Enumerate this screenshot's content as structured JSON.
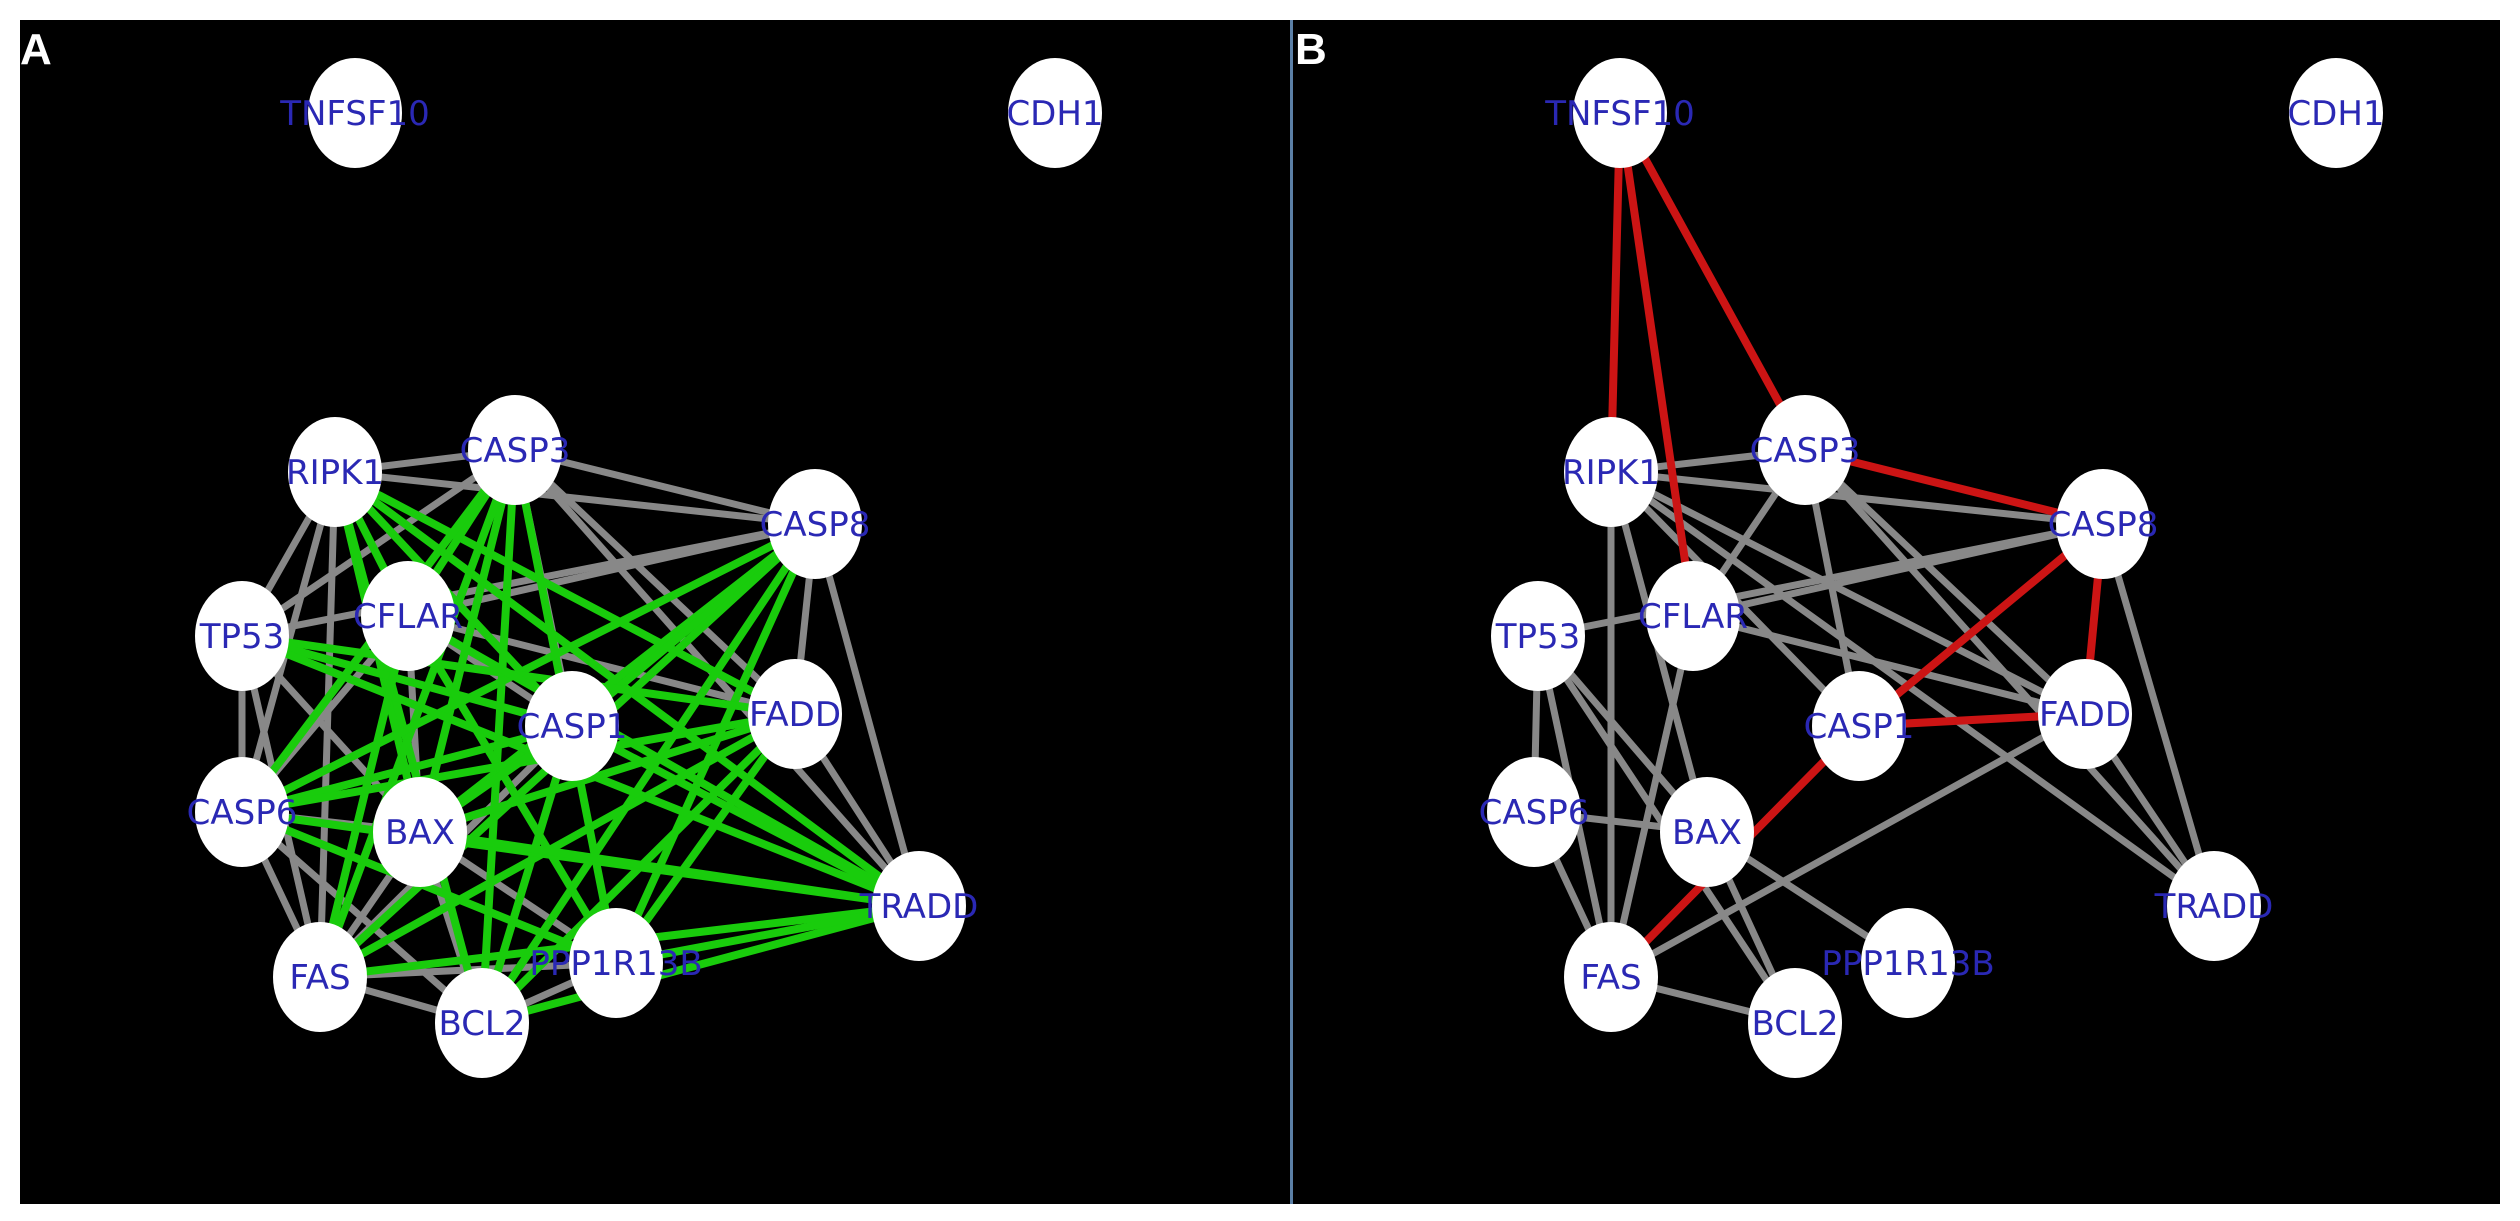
{
  "panels": [
    {
      "id": "A",
      "letter": "A",
      "nodes": [
        "TNFSF10",
        "CDH1",
        "RIPK1",
        "CASP3",
        "CASP8",
        "TP53",
        "CFLAR",
        "CASP1",
        "FADD",
        "CASP6",
        "BAX",
        "TRADD",
        "FAS",
        "PPP1R13B",
        "BCL2"
      ],
      "edge_colors": {
        "gray": "#888888",
        "highlight": "#19cc0c"
      },
      "gray_edges": [
        [
          "RIPK1",
          "CASP3"
        ],
        [
          "RIPK1",
          "CASP8"
        ],
        [
          "CASP3",
          "CASP8"
        ],
        [
          "CASP3",
          "CASP1"
        ],
        [
          "CASP3",
          "FADD"
        ],
        [
          "CASP3",
          "TRADD"
        ],
        [
          "CASP8",
          "CFLAR"
        ],
        [
          "CASP8",
          "TP53"
        ],
        [
          "CASP8",
          "FADD"
        ],
        [
          "CASP8",
          "TRADD"
        ],
        [
          "FADD",
          "TRADD"
        ],
        [
          "CFLAR",
          "FADD"
        ],
        [
          "TP53",
          "CASP6"
        ],
        [
          "TP53",
          "BAX"
        ],
        [
          "TP53",
          "FAS"
        ],
        [
          "CASP6",
          "FAS"
        ],
        [
          "CASP6",
          "BAX"
        ],
        [
          "CASP6",
          "BCL2"
        ],
        [
          "BAX",
          "FAS"
        ],
        [
          "BAX",
          "BCL2"
        ],
        [
          "BAX",
          "PPP1R13B"
        ],
        [
          "FAS",
          "BCL2"
        ],
        [
          "FAS",
          "PPP1R13B"
        ],
        [
          "BCL2",
          "PPP1R13B"
        ],
        [
          "RIPK1",
          "TP53"
        ],
        [
          "RIPK1",
          "CASP6"
        ],
        [
          "CFLAR",
          "CASP6"
        ],
        [
          "CFLAR",
          "BAX"
        ],
        [
          "CASP1",
          "BAX"
        ],
        [
          "CASP1",
          "FAS"
        ],
        [
          "RIPK1",
          "FAS"
        ],
        [
          "CFLAR",
          "CASP1"
        ],
        [
          "CASP3",
          "TP53"
        ]
      ],
      "highlight_edges": [
        [
          "RIPK1",
          "CASP1"
        ],
        [
          "RIPK1",
          "FADD"
        ],
        [
          "RIPK1",
          "TRADD"
        ],
        [
          "RIPK1",
          "BAX"
        ],
        [
          "RIPK1",
          "BCL2"
        ],
        [
          "RIPK1",
          "CFLAR"
        ],
        [
          "CASP3",
          "CFLAR"
        ],
        [
          "CASP3",
          "CASP6"
        ],
        [
          "CASP3",
          "BAX"
        ],
        [
          "CASP3",
          "FAS"
        ],
        [
          "CASP3",
          "PPP1R13B"
        ],
        [
          "CASP3",
          "BCL2"
        ],
        [
          "CASP8",
          "BAX"
        ],
        [
          "CASP8",
          "CASP1"
        ],
        [
          "CASP8",
          "FAS"
        ],
        [
          "CASP8",
          "BCL2"
        ],
        [
          "CASP8",
          "PPP1R13B"
        ],
        [
          "CASP8",
          "CASP6"
        ],
        [
          "TP53",
          "CASP1"
        ],
        [
          "TP53",
          "TRADD"
        ],
        [
          "TP53",
          "FADD"
        ],
        [
          "CFLAR",
          "TRADD"
        ],
        [
          "CFLAR",
          "FAS"
        ],
        [
          "CFLAR",
          "PPP1R13B"
        ],
        [
          "CASP1",
          "TRADD"
        ],
        [
          "CASP1",
          "CASP6"
        ],
        [
          "CASP1",
          "BCL2"
        ],
        [
          "FADD",
          "CASP6"
        ],
        [
          "FADD",
          "FAS"
        ],
        [
          "FADD",
          "BCL2"
        ],
        [
          "FADD",
          "PPP1R13B"
        ],
        [
          "FADD",
          "BAX"
        ],
        [
          "TRADD",
          "CASP6"
        ],
        [
          "TRADD",
          "BAX"
        ],
        [
          "TRADD",
          "FAS"
        ],
        [
          "TRADD",
          "BCL2"
        ],
        [
          "TRADD",
          "PPP1R13B"
        ],
        [
          "BAX",
          "CASP1"
        ],
        [
          "CASP6",
          "PPP1R13B"
        ]
      ]
    },
    {
      "id": "B",
      "letter": "B",
      "nodes": [
        "TNFSF10",
        "CDH1",
        "RIPK1",
        "CASP3",
        "CASP8",
        "TP53",
        "CFLAR",
        "CASP1",
        "FADD",
        "CASP6",
        "BAX",
        "TRADD",
        "FAS",
        "PPP1R13B",
        "BCL2"
      ],
      "edge_colors": {
        "gray": "#888888",
        "highlight": "#cc1414"
      },
      "gray_edges": [
        [
          "RIPK1",
          "CASP3"
        ],
        [
          "RIPK1",
          "CASP8"
        ],
        [
          "RIPK1",
          "FADD"
        ],
        [
          "RIPK1",
          "TRADD"
        ],
        [
          "RIPK1",
          "CASP1"
        ],
        [
          "RIPK1",
          "FAS"
        ],
        [
          "CASP3",
          "CFLAR"
        ],
        [
          "CASP3",
          "FADD"
        ],
        [
          "CASP3",
          "TRADD"
        ],
        [
          "CASP3",
          "CASP1"
        ],
        [
          "CASP8",
          "CFLAR"
        ],
        [
          "CASP8",
          "TP53"
        ],
        [
          "CASP8",
          "FADD"
        ],
        [
          "CASP8",
          "TRADD"
        ],
        [
          "CFLAR",
          "FADD"
        ],
        [
          "CFLAR",
          "FAS"
        ],
        [
          "TP53",
          "CASP6"
        ],
        [
          "TP53",
          "BAX"
        ],
        [
          "TP53",
          "FAS"
        ],
        [
          "TP53",
          "BCL2"
        ],
        [
          "CASP6",
          "FAS"
        ],
        [
          "CASP6",
          "BAX"
        ],
        [
          "BAX",
          "BCL2"
        ],
        [
          "BAX",
          "PPP1R13B"
        ],
        [
          "FAS",
          "BCL2"
        ],
        [
          "FADD",
          "FAS"
        ],
        [
          "FADD",
          "TRADD"
        ],
        [
          "CASP1",
          "FAS"
        ],
        [
          "RIPK1",
          "BAX"
        ]
      ],
      "highlight_edges": [
        [
          "TNFSF10",
          "RIPK1"
        ],
        [
          "TNFSF10",
          "CFLAR"
        ],
        [
          "TNFSF10",
          "CASP3"
        ],
        [
          "CASP3",
          "CASP8"
        ],
        [
          "CASP8",
          "CASP1"
        ],
        [
          "CASP8",
          "FADD"
        ],
        [
          "CASP1",
          "FADD"
        ],
        [
          "CASP1",
          "FAS"
        ]
      ]
    }
  ]
}
